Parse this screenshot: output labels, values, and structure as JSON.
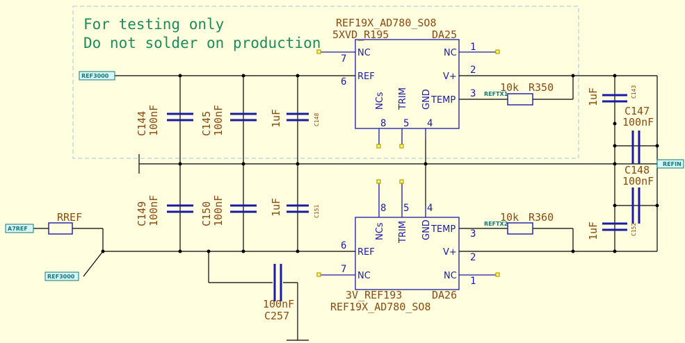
{
  "note": {
    "line1": "For testing only",
    "line2": "Do not solder on production"
  },
  "nets": {
    "ref3000_top": "REF3000",
    "a7ref": "A7REF",
    "ref3000_bottom": "REF3000",
    "refin": "REFIN",
    "reftx1": "REFTX1",
    "reftx2": "REFTX2"
  },
  "ic_top": {
    "title": "REF19X_AD780_SO8",
    "value": "5XVD_R195",
    "ref": "DA25",
    "pins": {
      "nc_left": "NC",
      "ref": "REF",
      "nc_right": "NC",
      "vplus": "V+",
      "temp": "TEMP",
      "ncs": "NCs",
      "trim": "TRIM",
      "gnd": "GND"
    },
    "pin_numbers": {
      "p7": "7",
      "p6": "6",
      "p1": "1",
      "p2": "2",
      "p3": "3",
      "p8": "8",
      "p5": "5",
      "p4": "4"
    }
  },
  "ic_bottom": {
    "title": "REF19X_AD780_SO8",
    "value": "3V_REF193",
    "ref": "DA26",
    "pins": {
      "ncs": "NCs",
      "trim": "TRIM",
      "gnd": "GND",
      "temp": "TEMP",
      "ref": "REF",
      "vplus": "V+",
      "nc_left": "NC",
      "nc_right": "NC"
    },
    "pin_numbers": {
      "p8": "8",
      "p5": "5",
      "p4": "4",
      "p3": "3",
      "p6": "6",
      "p2": "2",
      "p7": "7",
      "p1": "1"
    }
  },
  "resistors": {
    "r350": {
      "value": "10k",
      "ref": "R350"
    },
    "r360": {
      "value": "10k",
      "ref": "R360"
    },
    "rref": {
      "ref": "RREF"
    }
  },
  "capacitors": {
    "c144": {
      "ref": "C144",
      "value": "100nF"
    },
    "c145": {
      "ref": "C145",
      "value": "100nF"
    },
    "c148": {
      "ref": "C148",
      "value": "1uF"
    },
    "c149": {
      "ref": "C149",
      "value": "100nF"
    },
    "c150": {
      "ref": "C150",
      "value": "100nF"
    },
    "c151": {
      "ref": "C151",
      "value": "1uF"
    },
    "c143": {
      "ref": "C143",
      "value": "1uF"
    },
    "c147": {
      "ref": "C147",
      "value": "100nF"
    },
    "c148r": {
      "ref": "C148",
      "value": "100nF"
    },
    "c152": {
      "ref": "C152",
      "value": "1uF"
    },
    "c257": {
      "ref": "C257",
      "value": "100nF"
    }
  }
}
